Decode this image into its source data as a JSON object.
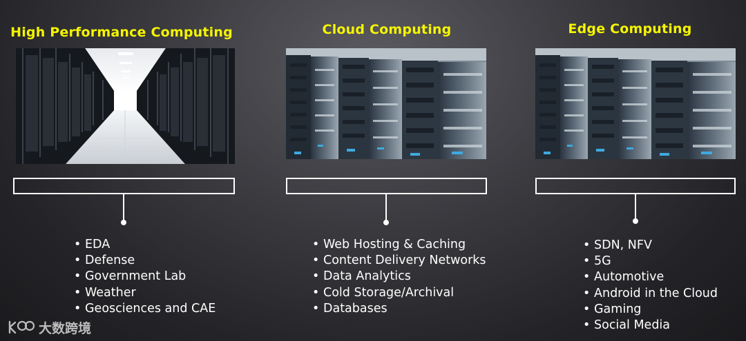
{
  "columns": [
    {
      "title": "High Performance Computing",
      "photo": "datacenter-corridor-photo",
      "items": [
        "EDA",
        "Defense",
        "Government Lab",
        "Weather",
        "Geosciences and CAE"
      ]
    },
    {
      "title": "Cloud Computing",
      "photo": "server-racks-photo",
      "items": [
        "Web Hosting & Caching",
        "Content Delivery Networks",
        "Data Analytics",
        "Cold Storage/Archival",
        "Databases"
      ]
    },
    {
      "title": "Edge Computing",
      "photo": "server-racks-photo",
      "items": [
        "SDN, NFV",
        "5G",
        "Automotive",
        "Android in the Cloud",
        "Gaming",
        "Social Media"
      ]
    }
  ],
  "watermark": {
    "logo": "kuajing-logo-icon",
    "text": "大数跨境"
  },
  "colors": {
    "title": "#f5f500",
    "text": "#ffffff",
    "background": "#2e2e32"
  }
}
